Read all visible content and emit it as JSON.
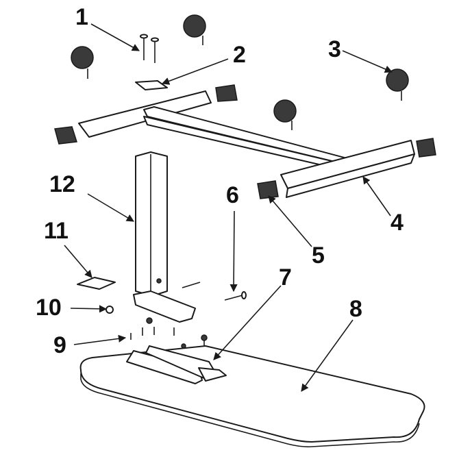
{
  "callouts": {
    "c1": "1",
    "c2": "2",
    "c3": "3",
    "c4": "4",
    "c5": "5",
    "c6": "6",
    "c7": "7",
    "c8": "8",
    "c9": "9",
    "c10": "10",
    "c11": "11",
    "c12": "12"
  },
  "colors": {
    "line": "#1a1a1a",
    "fill": "#ffffff",
    "shade": "#d9d9d9"
  }
}
